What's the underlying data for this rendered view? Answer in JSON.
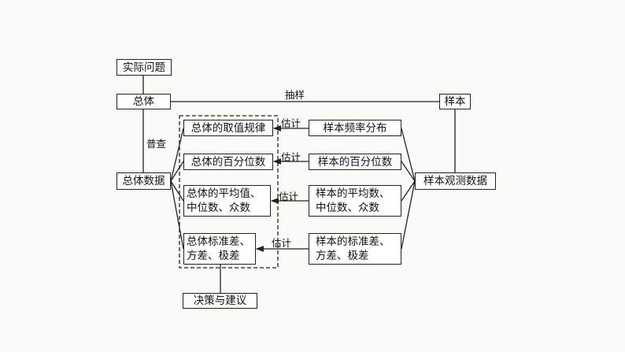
{
  "nodes": {
    "real_problem": "实际问题",
    "population": "总体",
    "population_data": "总体数据",
    "sample": "样本",
    "sample_data": "样本观测数据",
    "decision": "决策与建议",
    "left": [
      "总体的取值规律",
      "总体的百分位数",
      "总体的平均值、中位数、众数",
      "总体标准差、方差、极差"
    ],
    "right": [
      "样本频率分布",
      "样本的百分位数",
      "样本的平均数、中位数、众数",
      "样本的标准差、方差、极差"
    ]
  },
  "labels": {
    "sampling": "抽样",
    "census": "普查",
    "estimate": "估计"
  }
}
